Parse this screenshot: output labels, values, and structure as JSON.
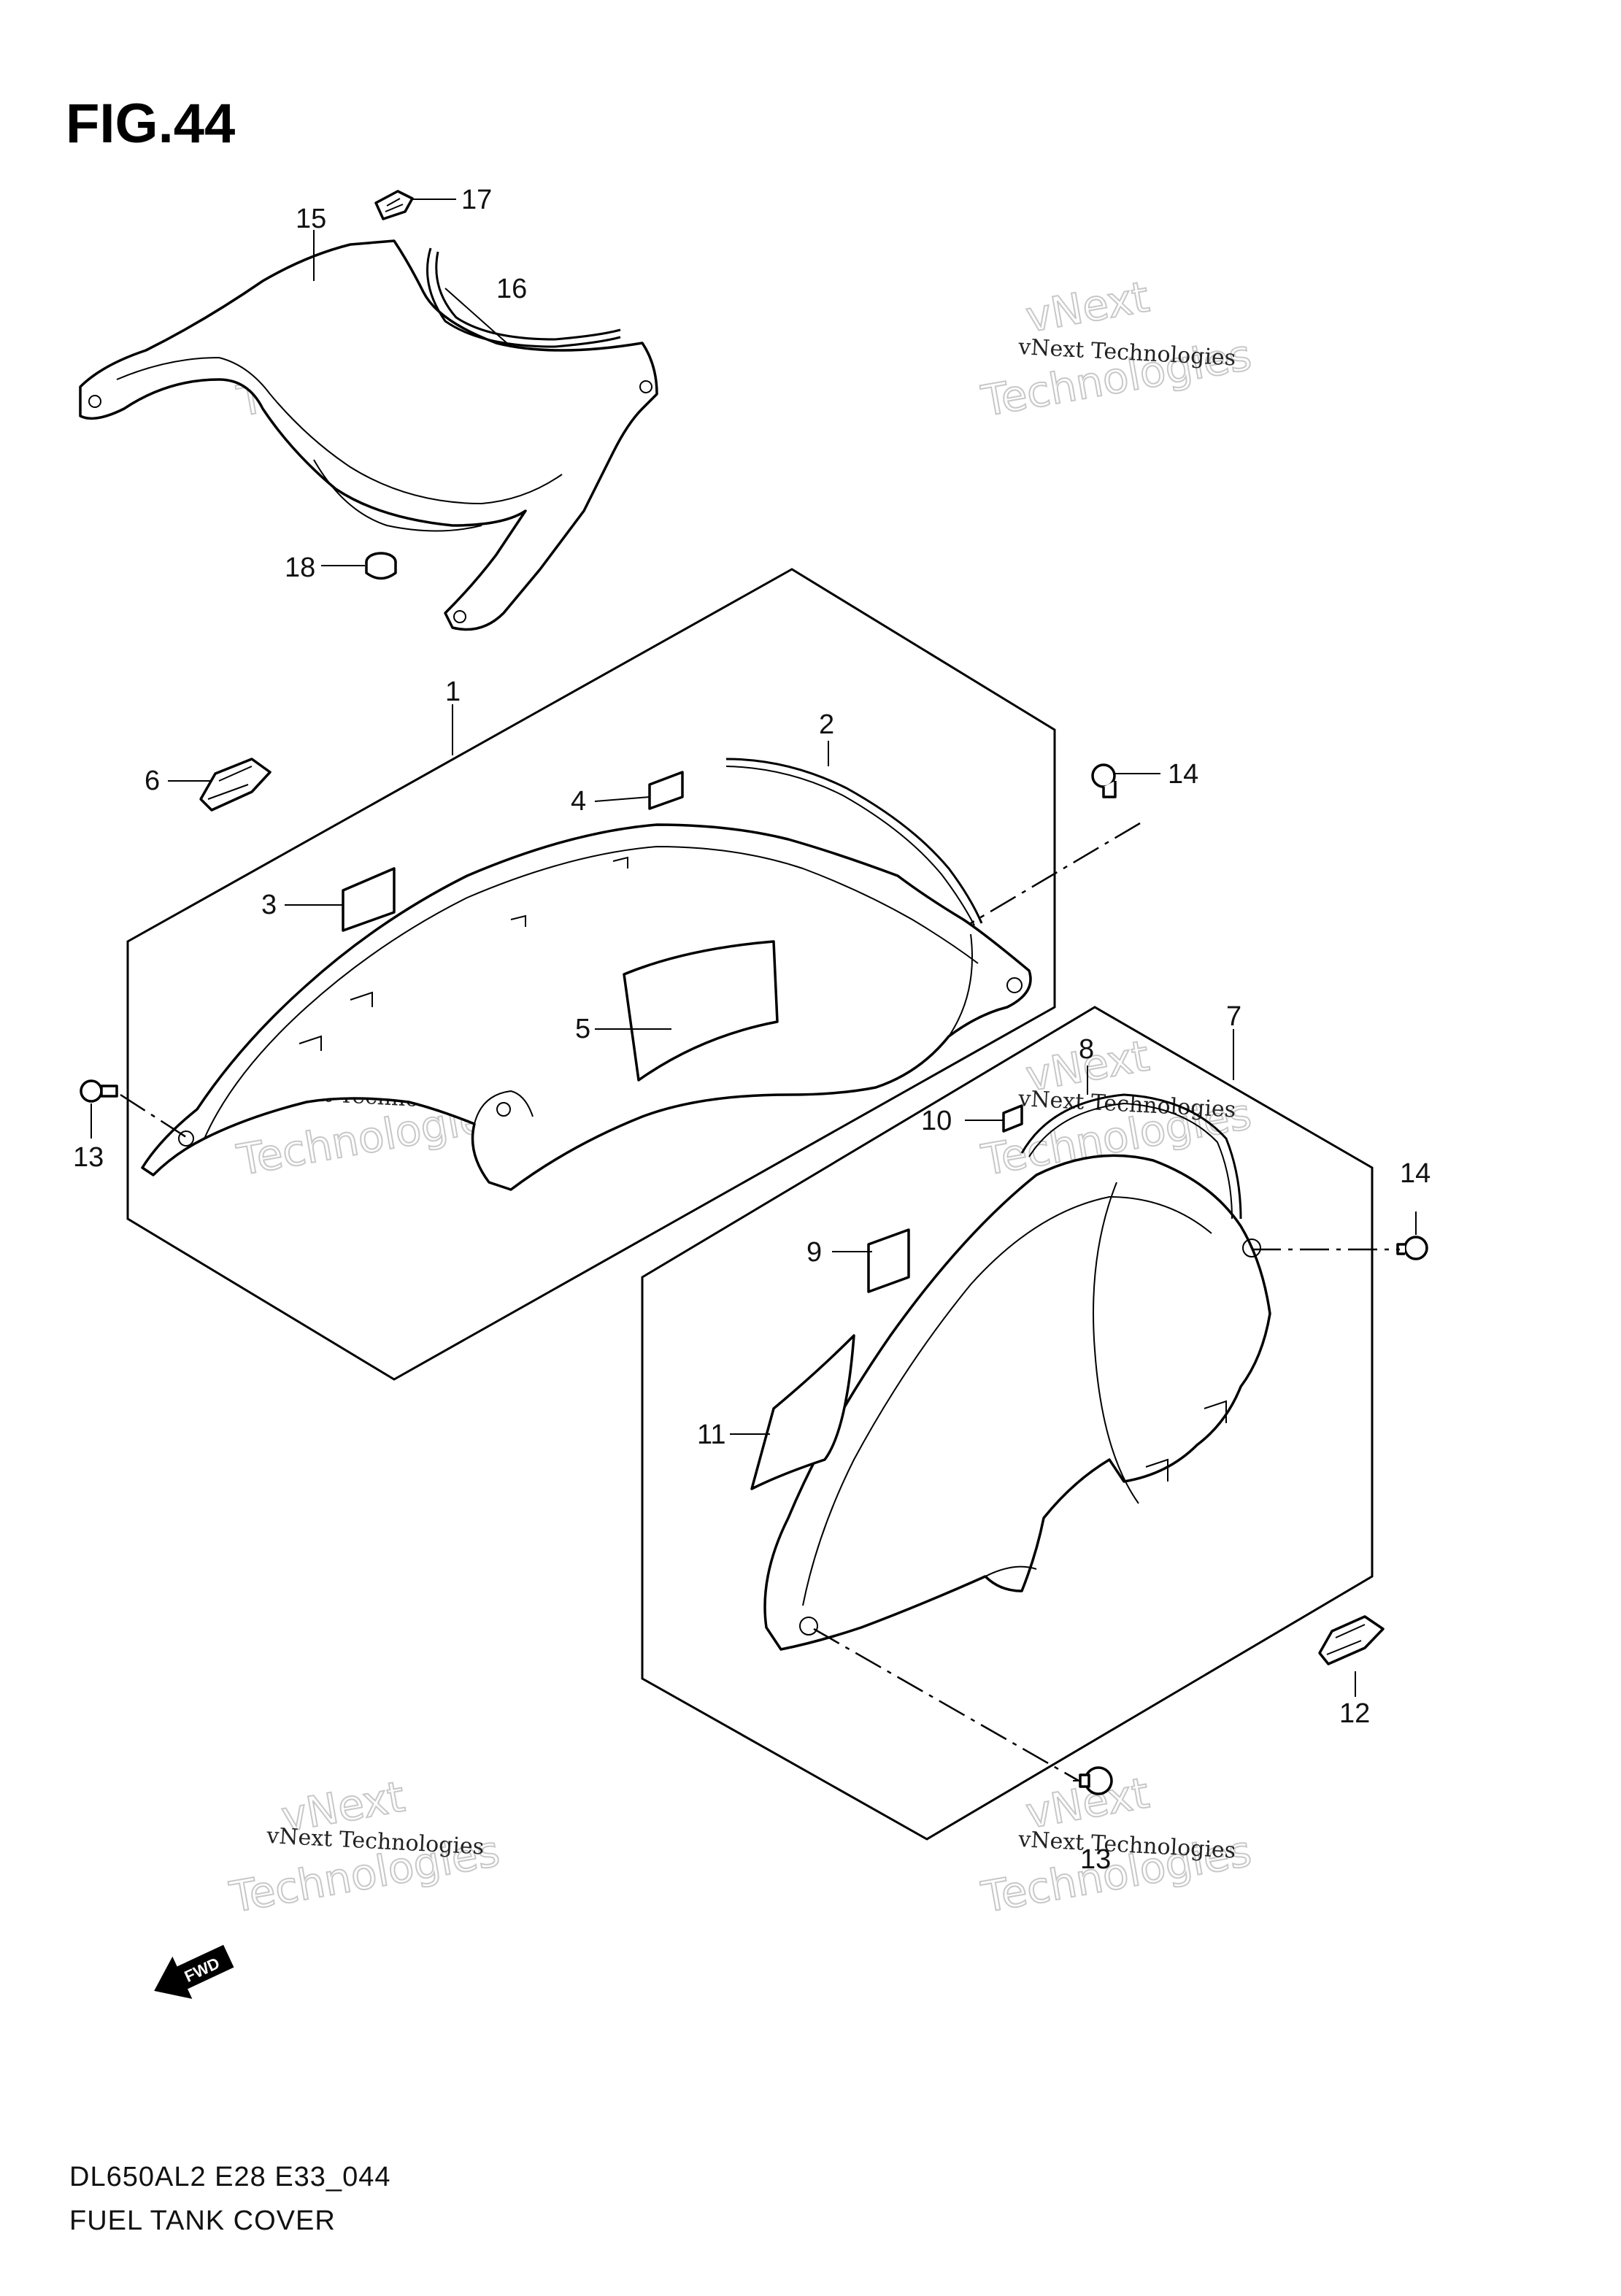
{
  "figure": {
    "title": "FIG.44"
  },
  "parts": [
    {
      "id": "p1",
      "number": "1"
    },
    {
      "id": "p2",
      "number": "2"
    },
    {
      "id": "p3",
      "number": "3"
    },
    {
      "id": "p4",
      "number": "4"
    },
    {
      "id": "p5",
      "number": "5"
    },
    {
      "id": "p6",
      "number": "6"
    },
    {
      "id": "p7",
      "number": "7"
    },
    {
      "id": "p8",
      "number": "8"
    },
    {
      "id": "p9",
      "number": "9"
    },
    {
      "id": "p10",
      "number": "10"
    },
    {
      "id": "p11",
      "number": "11"
    },
    {
      "id": "p12",
      "number": "12"
    },
    {
      "id": "p13a",
      "number": "13"
    },
    {
      "id": "p13b",
      "number": "13"
    },
    {
      "id": "p14a",
      "number": "14"
    },
    {
      "id": "p14b",
      "number": "14"
    },
    {
      "id": "p15",
      "number": "15"
    },
    {
      "id": "p16",
      "number": "16"
    },
    {
      "id": "p17",
      "number": "17"
    },
    {
      "id": "p18",
      "number": "18"
    }
  ],
  "watermark": {
    "line1": "vNext Technologies",
    "line2": "Technologies",
    "line3": "vNext"
  },
  "forward_marker": {
    "text": "FWD"
  },
  "footer": {
    "model_code": "DL650AL2 E28 E33_044",
    "caption": "FUEL TANK COVER"
  }
}
